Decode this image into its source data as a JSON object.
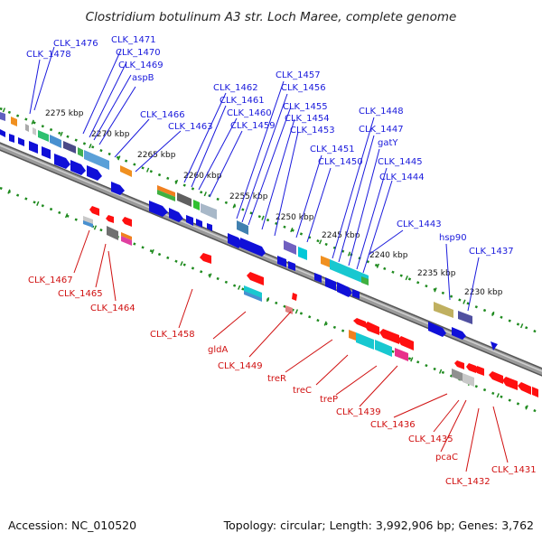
{
  "title": "Clostridium botulinum A3 str. Loch Maree, complete genome",
  "footer": {
    "accession": "Accession: NC_010520",
    "topology": "Topology: circular; Length: 3,992,906 bp; Genes: 3,762"
  },
  "colors": {
    "forward_label": "#1a1adc",
    "reverse_label": "#d01010",
    "tick": "#1e8a1e",
    "backbone": "#808080"
  },
  "kbp_labels": [
    "2275 kbp",
    "2270 kbp",
    "2265 kbp",
    "2260 kbp",
    "2255 kbp",
    "2250 kbp",
    "2245 kbp",
    "2240 kbp",
    "2235 kbp",
    "2230 kbp"
  ],
  "forward_genes": [
    "CLK_1476",
    "CLK_1478",
    "CLK_1471",
    "CLK_1470",
    "CLK_1469",
    "aspB",
    "CLK_1466",
    "CLK_1463",
    "CLK_1462",
    "CLK_1461",
    "CLK_1460",
    "CLK_1459",
    "CLK_1457",
    "CLK_1456",
    "CLK_1455",
    "CLK_1454",
    "CLK_1453",
    "CLK_1451",
    "CLK_1450",
    "CLK_1448",
    "CLK_1447",
    "gatY",
    "CLK_1445",
    "CLK_1444",
    "CLK_1443",
    "hsp90",
    "CLK_1437"
  ],
  "reverse_genes": [
    "CLK_1467",
    "CLK_1465",
    "CLK_1464",
    "CLK_1458",
    "gldA",
    "CLK_1449",
    "treR",
    "treC",
    "treP",
    "CLK_1439",
    "CLK_1436",
    "CLK_1435",
    "pcaC",
    "CLK_1432",
    "CLK_1431"
  ]
}
